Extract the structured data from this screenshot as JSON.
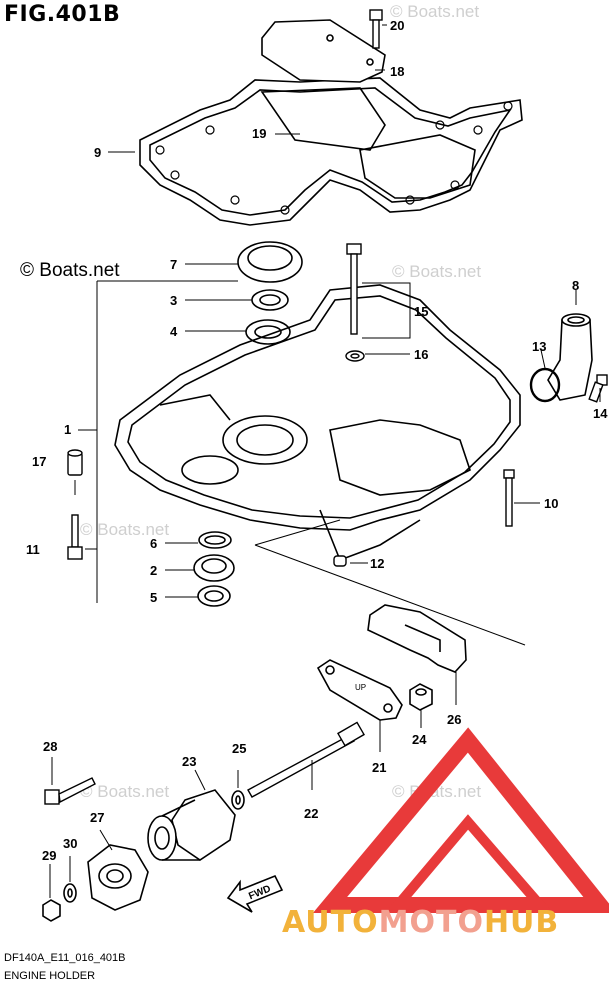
{
  "figure": {
    "title": "FIG.401B",
    "watermark_primary": "© Boats.net",
    "watermark_faint": "© Boats.net",
    "code": "DF140A_E11_016_401B",
    "name": "ENGINE HOLDER"
  },
  "brand": {
    "part1": "AUTO",
    "part2": "MOTO",
    "part3": "HUB",
    "colors": {
      "red": "#e83a3a",
      "orange": "#f2b23a",
      "pink": "#f2a08f"
    }
  },
  "fwd_label": "FWD",
  "gasket_mark": "UP",
  "callouts": [
    "1",
    "2",
    "3",
    "4",
    "5",
    "6",
    "7",
    "8",
    "9",
    "10",
    "11",
    "12",
    "13",
    "14",
    "15",
    "16",
    "17",
    "18",
    "19",
    "20",
    "21",
    "22",
    "23",
    "24",
    "25",
    "26",
    "27",
    "28",
    "29",
    "30"
  ]
}
